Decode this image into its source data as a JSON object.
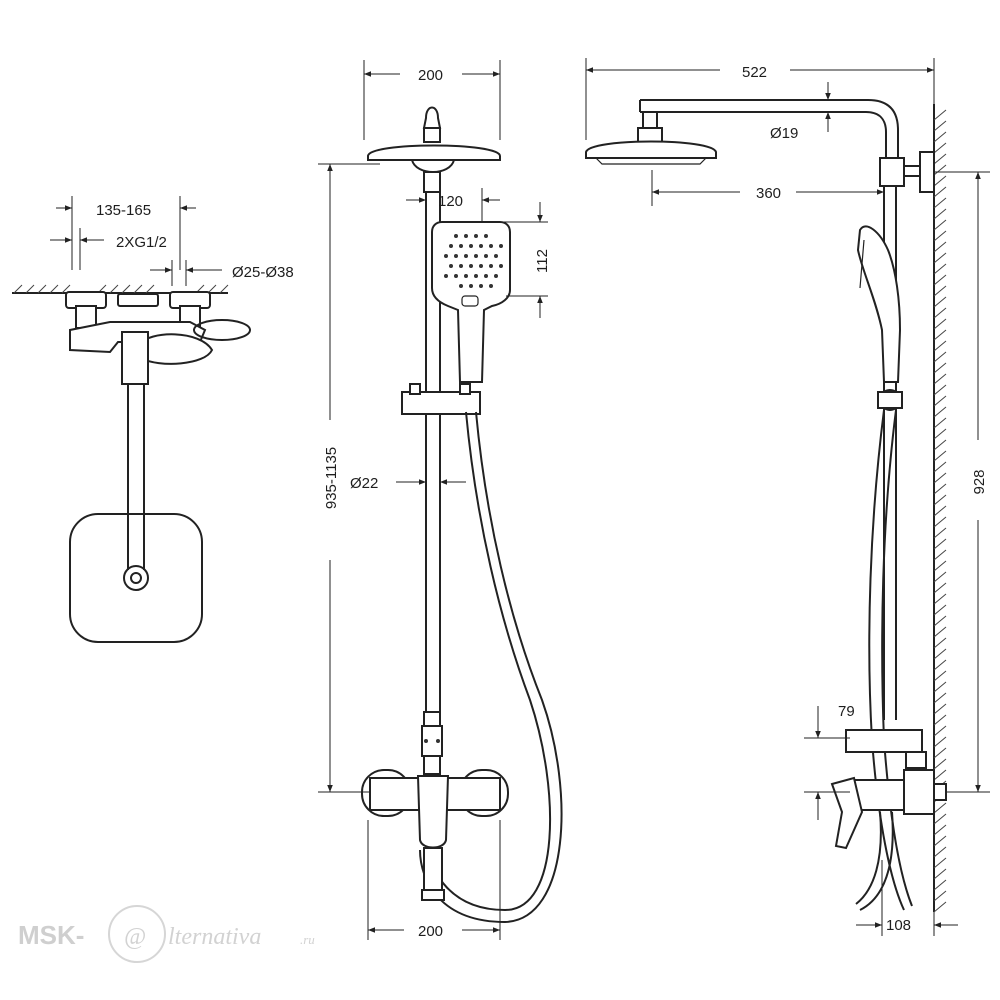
{
  "dimensions": {
    "top_view": {
      "spacing": "135-165",
      "thread": "2XG1/2",
      "pipe_diameter": "Ø25-Ø38"
    },
    "front_view": {
      "overhead_width": "200",
      "hand_shower_offset": "120",
      "hand_shower_height": "112",
      "total_height": "935-1135",
      "bar_diameter": "Ø22",
      "mixer_width": "200"
    },
    "side_view": {
      "arm_reach": "522",
      "arm_diameter": "Ø19",
      "head_offset": "360",
      "mount_height": "928",
      "mixer_height": "79",
      "wall_depth": "108"
    }
  },
  "watermark": {
    "prefix": "MSK-",
    "symbol": "@",
    "suffix": "lternativa",
    "tld": ".ru"
  }
}
